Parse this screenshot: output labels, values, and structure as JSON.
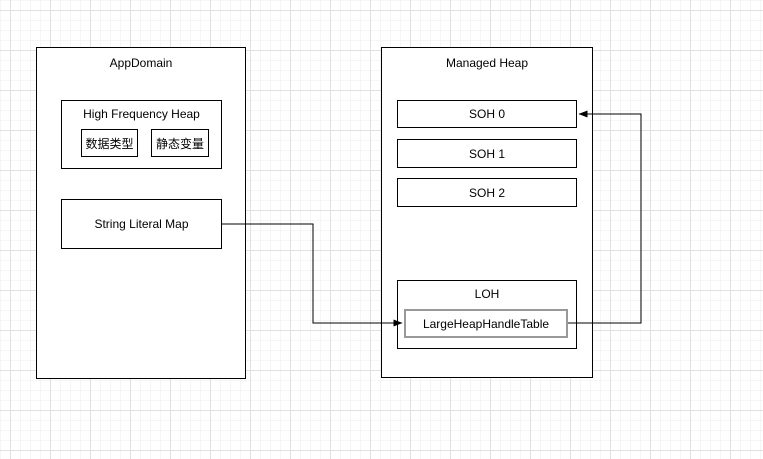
{
  "diagram": {
    "app_domain": {
      "title": "AppDomain",
      "high_frequency_heap": {
        "title": "High Frequency Heap",
        "items": [
          "数据类型",
          "静态变量"
        ]
      },
      "string_literal_map": "String Literal Map"
    },
    "managed_heap": {
      "title": "Managed Heap",
      "soh_segments": [
        "SOH 0",
        "SOH 1",
        "SOH 2"
      ],
      "loh": {
        "title": "LOH",
        "handle_table": "LargeHeapHandleTable"
      }
    },
    "connectors": [
      {
        "from": "String Literal Map",
        "to": "LargeHeapHandleTable"
      },
      {
        "from": "LargeHeapHandleTable",
        "to": "SOH 0"
      }
    ],
    "colors": {
      "shape_border": "#000000",
      "shape_fill": "#ffffff",
      "handle_table_border": "#999999",
      "connector_line": "#000000",
      "grid_minor": "#f5f5f5",
      "grid_major": "#e0e0e0",
      "text": "#000000"
    }
  }
}
